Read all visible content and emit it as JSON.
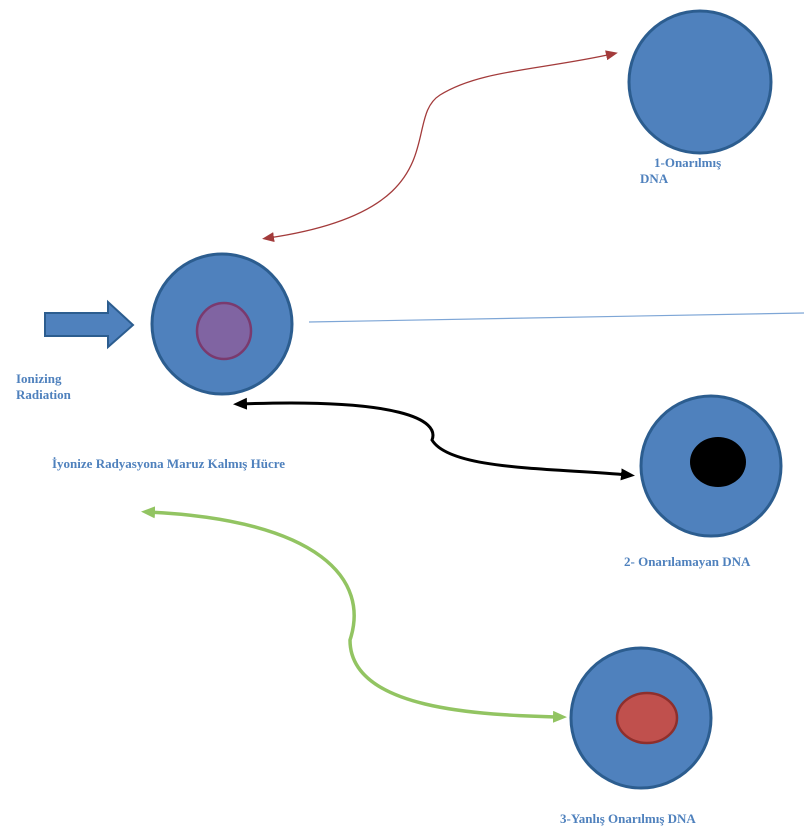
{
  "colors": {
    "cell_fill": "#4f81bd",
    "cell_stroke": "#2c5d8f",
    "label_text": "#4f81bd",
    "nucleus_exposed": "#8064a2",
    "nucleus_unrepaired": "#000000",
    "nucleus_misrepaired": "#c0504d",
    "arrow_repaired": "#a33b3b",
    "arrow_unrepaired": "#000000",
    "arrow_misrepaired": "#92c462",
    "guide_line": "#7ea6d6"
  },
  "labels": {
    "radiation": [
      "Ionizing",
      "Radiation"
    ],
    "exposed_cell": "İyonize Radyasyona Maruz Kalmış Hücre",
    "outcome_repaired": [
      "1-Onarılmış",
      "DNA"
    ],
    "outcome_unrepaired": "2- Onarılamayan DNA",
    "outcome_misrepaired": "3-Yanlış Onarılmış DNA"
  },
  "icons": {
    "radiation_arrow": "block-arrow-right-icon",
    "cell": "cell-circle-icon"
  }
}
